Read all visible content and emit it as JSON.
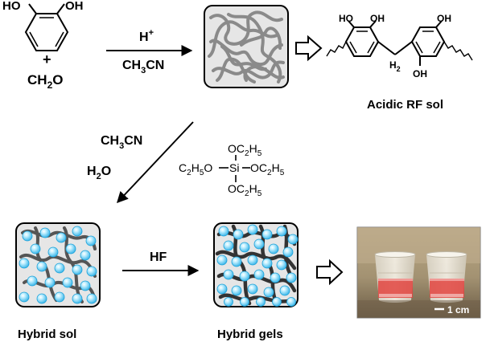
{
  "diagram": {
    "resorcinol_oh_left": "HO",
    "resorcinol_oh_right": "OH",
    "plus_sign": "+",
    "formaldehyde": {
      "main": "CH",
      "sub": "2",
      "tail": "O"
    },
    "catalyst": {
      "main": "H",
      "sup": "+"
    },
    "solvent_top": {
      "main": "CH",
      "sub": "3",
      "tail": "CN"
    },
    "rf_structure": {
      "ho_left": "HO",
      "oh_top_right": "OH",
      "h2_main": "H",
      "h2_sub": "2",
      "oh_bottom_left": "OH",
      "oh_bottom_right": "OH"
    },
    "acidic_rf_sol": "Acidic RF sol",
    "solvent_side": {
      "main": "CH",
      "sub": "3",
      "tail": "CN"
    },
    "water": {
      "main": "H",
      "sub": "2",
      "tail": "O"
    },
    "teos": {
      "top": {
        "a": "OC",
        "s1": "2",
        "b": "H",
        "s2": "5"
      },
      "left": {
        "a": "C",
        "s1": "2",
        "b": "H",
        "s2": "5",
        "c": "O"
      },
      "center": "Si",
      "right": {
        "a": "OC",
        "s1": "2",
        "b": "H",
        "s2": "5"
      },
      "bottom": {
        "a": "OC",
        "s1": "2",
        "b": "H",
        "s2": "5"
      }
    },
    "hf_reagent": "HF",
    "hybrid_sol": "Hybrid sol",
    "hybrid_gels": "Hybrid gels",
    "scale_bar": "1 cm"
  },
  "colors": {
    "polymer_dark": "#4d4d4d",
    "polymer_light": "#8a8a8a",
    "sphere_blue": "#6fd0f4",
    "box_fill": "#e6e6e6",
    "liquid_red": "#e2443f"
  }
}
